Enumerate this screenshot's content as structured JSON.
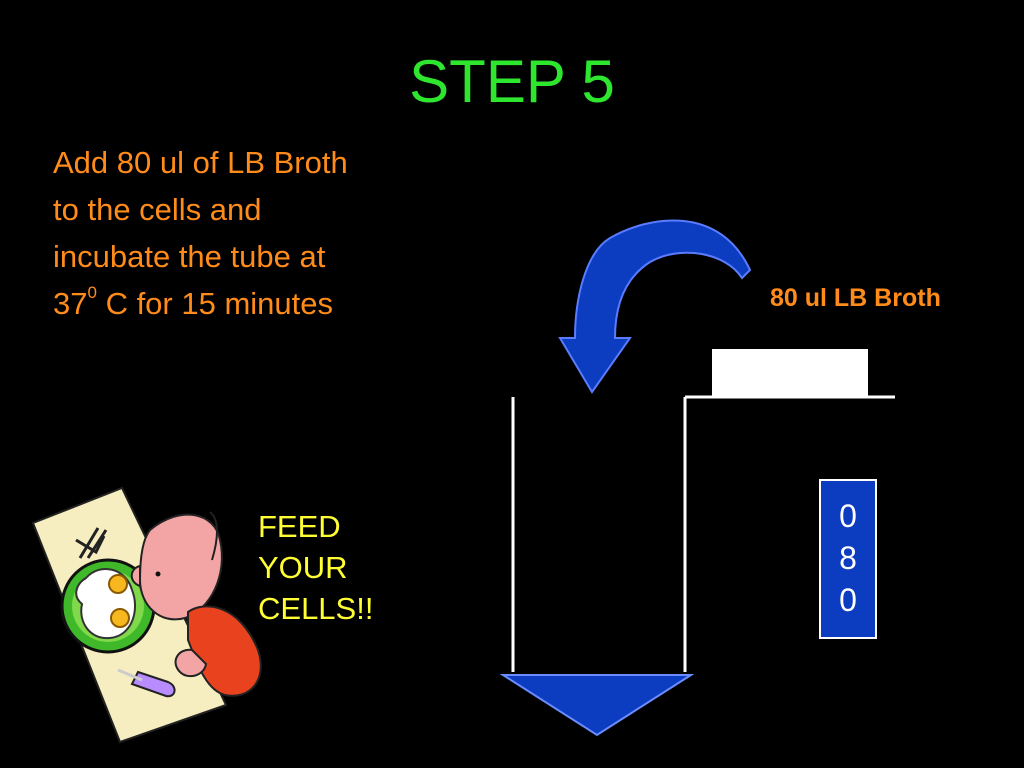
{
  "title": "STEP 5",
  "instruction": {
    "line1": "Add 80 ul of LB Broth",
    "line2": "to the cells and",
    "line3": "incubate the tube at",
    "line4_prefix": "37",
    "line4_sup": "0",
    "line4_suffix": " C for 15 minutes"
  },
  "broth_label": "80 ul LB Broth",
  "feed_text": [
    "FEED",
    "YOUR",
    "CELLS!!"
  ],
  "tube_label_digits": [
    "0",
    "8",
    "0"
  ],
  "icons": [
    "curved-arrow-icon",
    "down-arrow-icon",
    "test-tube-icon",
    "cap-icon",
    "eating-clipart-icon"
  ],
  "colors": {
    "title": "#2ee62e",
    "instruction": "#ff8c1a",
    "feed": "#ffff33",
    "arrow": "#0c3cc0"
  }
}
